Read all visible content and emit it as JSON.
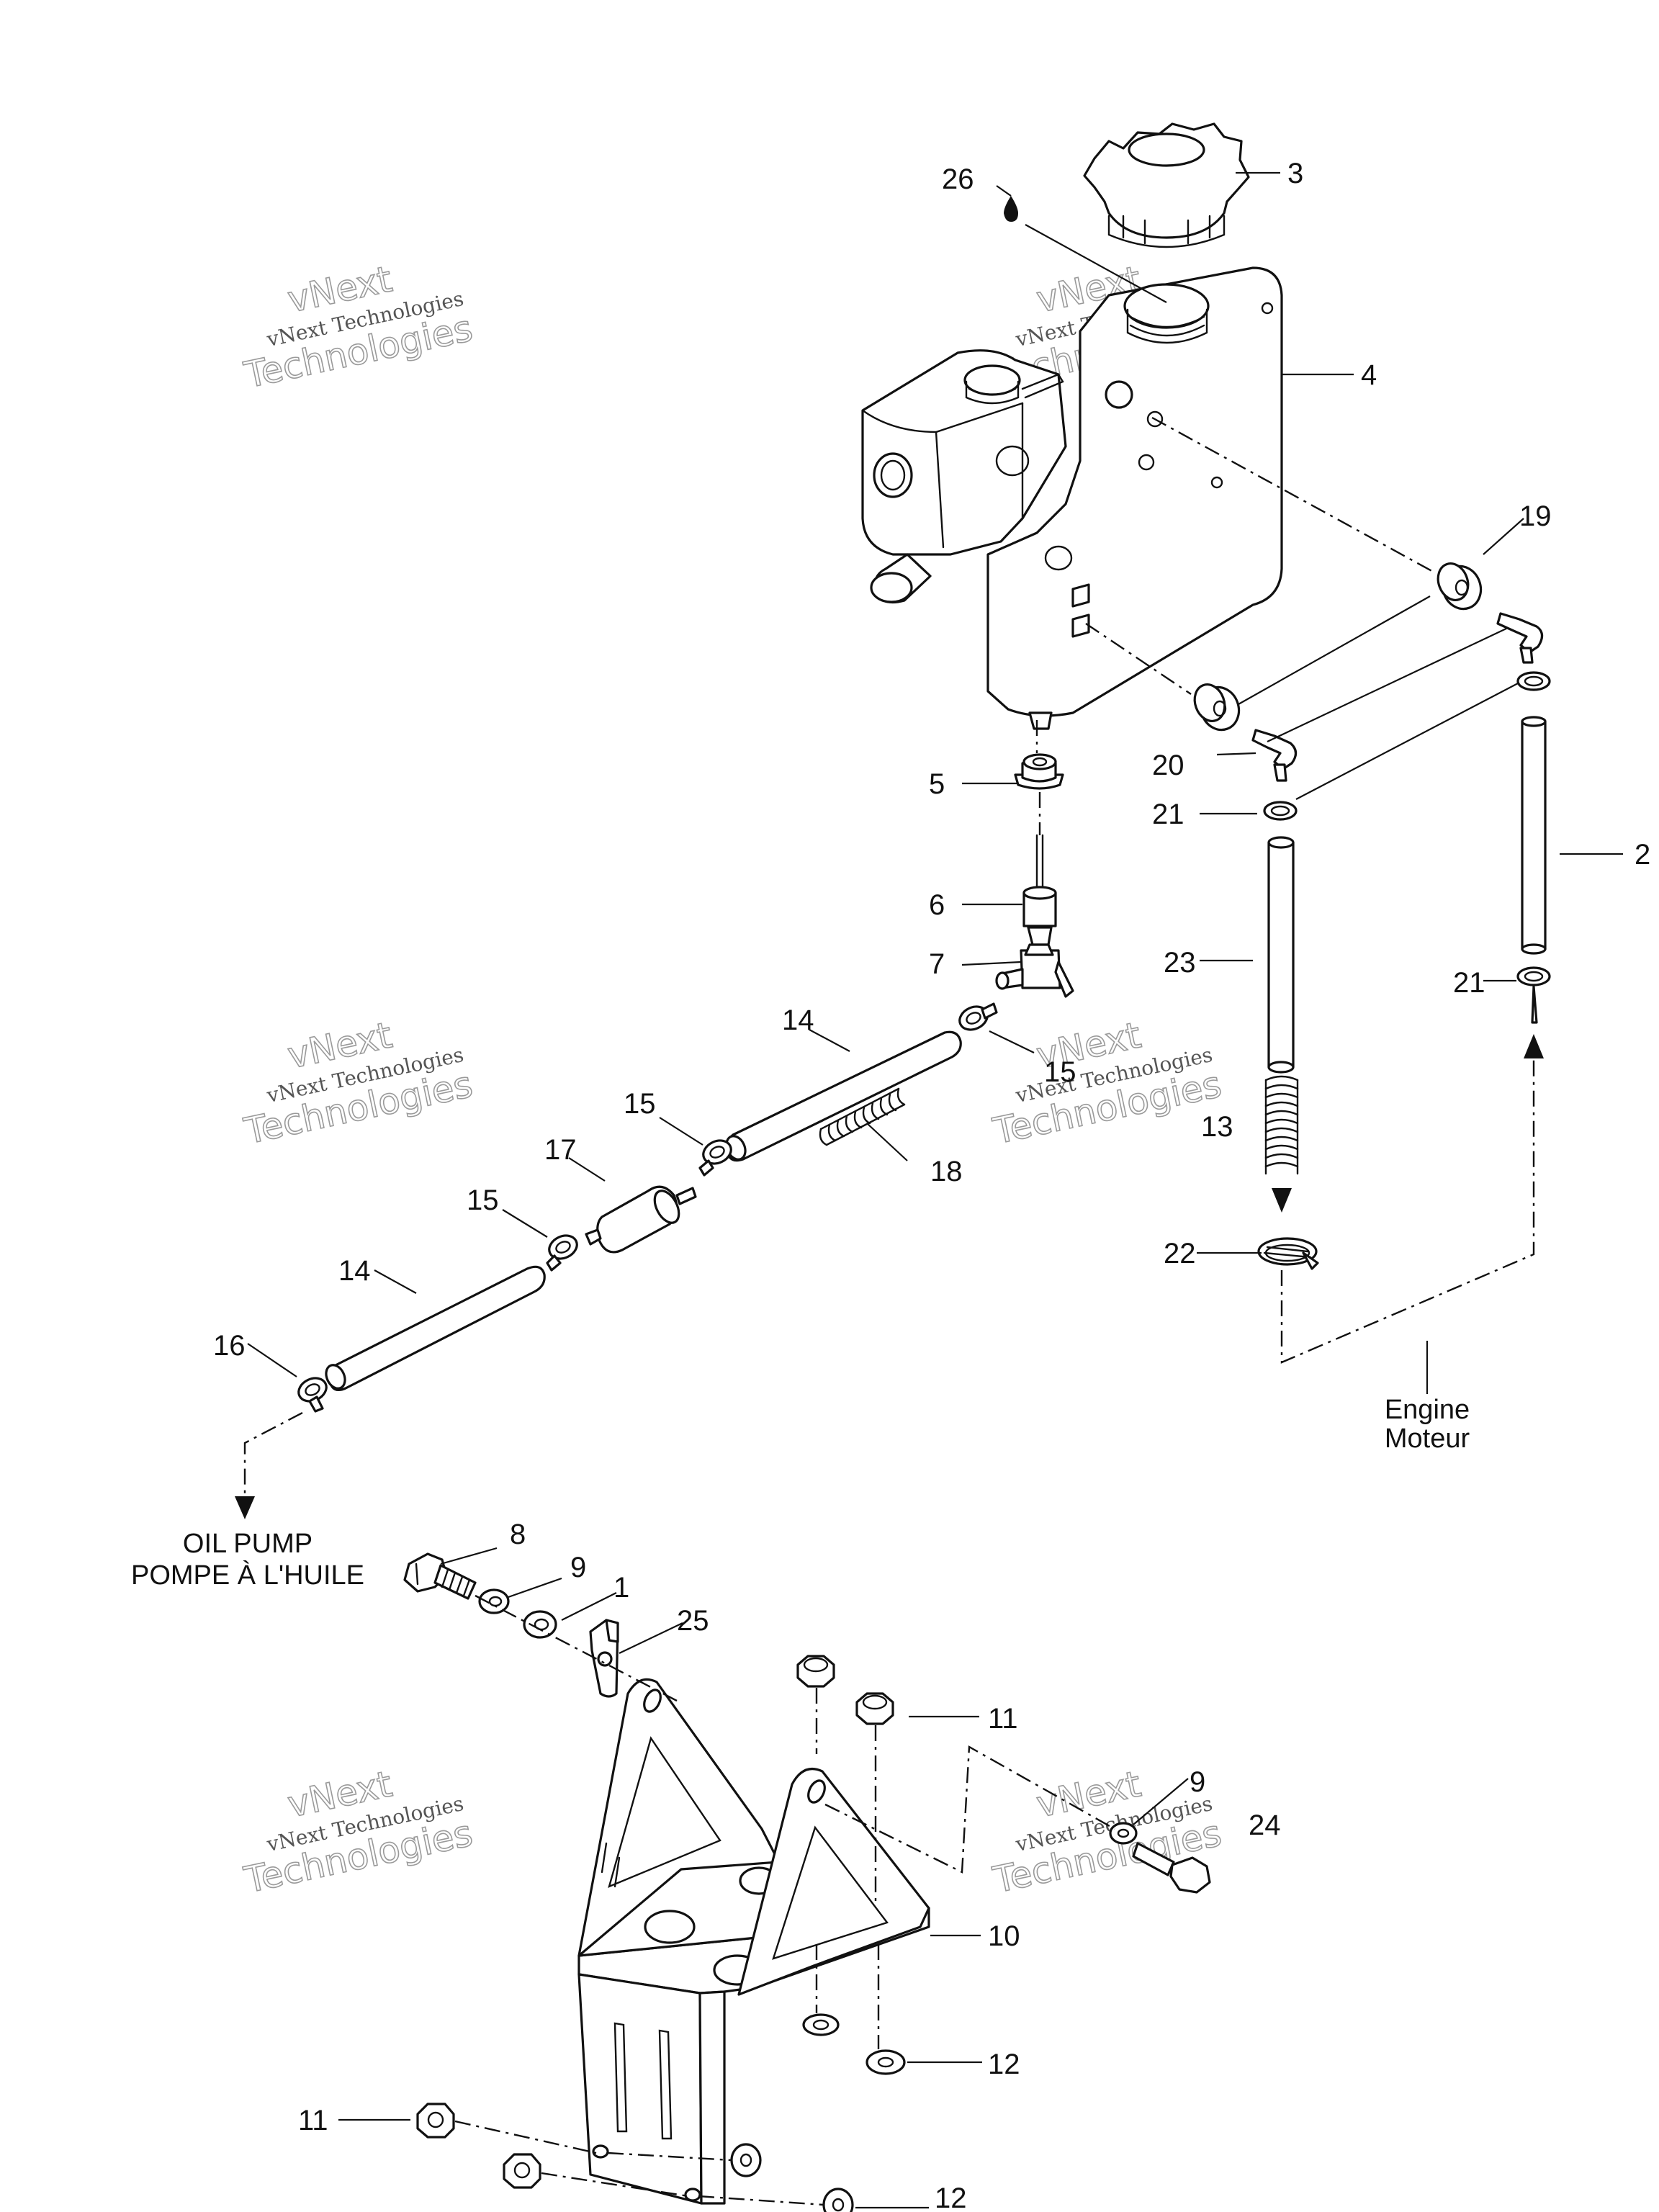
{
  "callouts": {
    "c1": "1",
    "c2": "2",
    "c3": "3",
    "c4": "4",
    "c5": "5",
    "c6": "6",
    "c7": "7",
    "c8": "8",
    "c9a": "9",
    "c9b": "9",
    "c10": "10",
    "c11a": "11",
    "c11b": "11",
    "c12a": "12",
    "c12b": "12",
    "c13": "13",
    "c14a": "14",
    "c14b": "14",
    "c15a": "15",
    "c15b": "15",
    "c15c": "15",
    "c16": "16",
    "c17": "17",
    "c18": "18",
    "c19": "19",
    "c20": "20",
    "c21a": "21",
    "c21b": "21",
    "c22": "22",
    "c23": "23",
    "c24": "24",
    "c25": "25",
    "c26": "26"
  },
  "captions": {
    "engine_line1": "Engine",
    "engine_line2": "Moteur",
    "oilpump_line1": "OIL PUMP",
    "oilpump_line2": "POMPE À L'HUILE"
  },
  "watermark": {
    "top": "vNext",
    "line": "vNext Technologies",
    "bottom": "Technologies"
  }
}
